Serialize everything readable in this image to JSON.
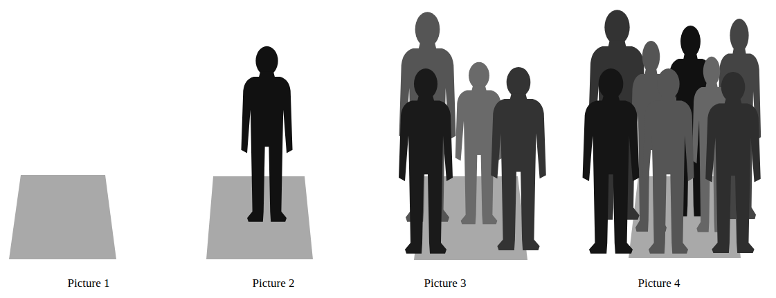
{
  "diagram": {
    "labels": [
      "Picture 1",
      "Picture 2",
      "Picture 3",
      "Picture 4"
    ]
  }
}
